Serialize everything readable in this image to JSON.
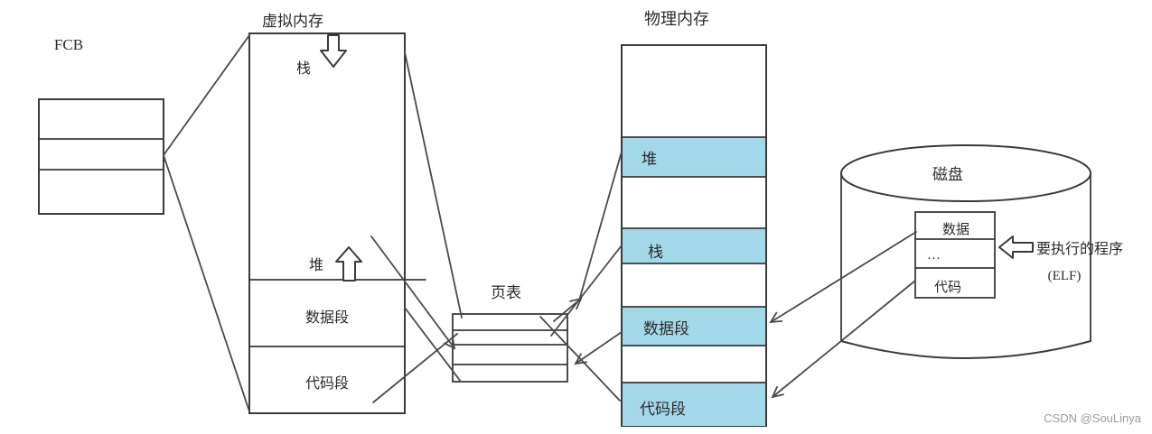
{
  "diagram": {
    "fcb": {
      "label": "FCB"
    },
    "virtual_memory": {
      "title": "虚拟内存",
      "stack": "栈",
      "heap": "堆",
      "data_segment": "数据段",
      "code_segment": "代码段"
    },
    "page_table": {
      "title": "页表"
    },
    "physical_memory": {
      "title": "物理内存",
      "heap": "堆",
      "stack": "栈",
      "data_segment": "数据段",
      "code_segment": "代码段"
    },
    "disk": {
      "title": "磁盘",
      "file_rows": [
        "数据",
        "···",
        "代码"
      ],
      "program_label": "要执行的程序",
      "program_format": "(ELF)"
    },
    "watermark": "CSDN @SouLinya",
    "colors": {
      "highlight": "#a3d8e9",
      "outline": "#3a3a3a",
      "connector": "#4a4a4a",
      "watermark_gray": "#9b9b9b"
    }
  }
}
